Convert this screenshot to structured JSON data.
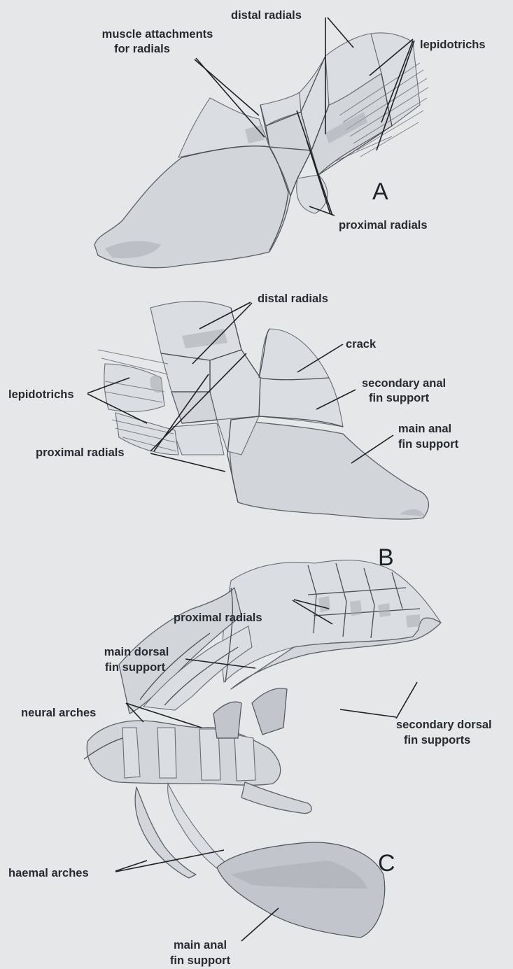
{
  "panels": {
    "A": {
      "letter": "A",
      "labels": {
        "distal_radials": "distal radials",
        "muscle_attachments_line1": "muscle attachments",
        "muscle_attachments_line2": "for radials",
        "lepidotrichs": "lepidotrichs",
        "proximal_radials": "proximal radials"
      }
    },
    "B": {
      "letter": "B",
      "labels": {
        "distal_radials": "distal radials",
        "crack": "crack",
        "secondary_anal_line1": "secondary anal",
        "secondary_anal_line2": "fin support",
        "lepidotrichs": "lepidotrichs",
        "main_anal_line1": "main anal",
        "main_anal_line2": "fin support",
        "proximal_radials": "proximal radials"
      }
    },
    "C": {
      "letter": "C",
      "labels": {
        "proximal_radials": "proximal radials",
        "main_dorsal_line1": "main dorsal",
        "main_dorsal_line2": "fin support",
        "neural_arches": "neural arches",
        "secondary_dorsal_line1": "secondary dorsal",
        "secondary_dorsal_line2": "fin supports",
        "haemal_arches": "haemal arches",
        "main_anal_line1": "main anal",
        "main_anal_line2": "fin support"
      }
    }
  }
}
